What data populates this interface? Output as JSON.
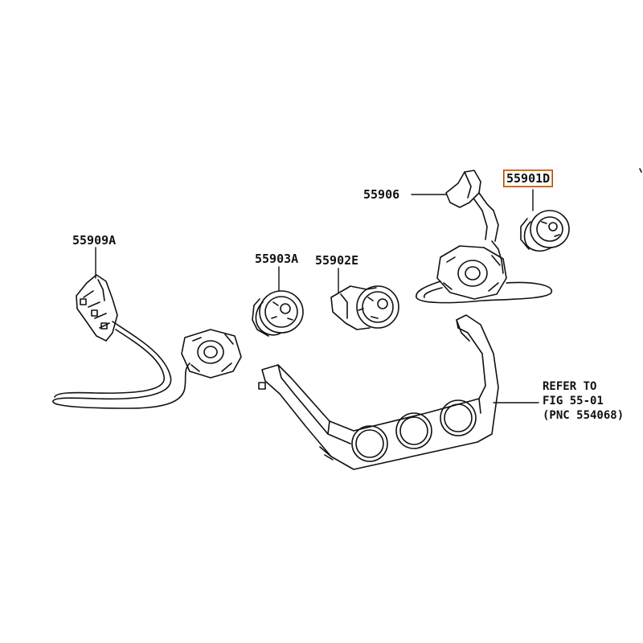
{
  "diagram": {
    "labels": {
      "p55906": "55906",
      "p55901D": "55901D",
      "p55909A": "55909A",
      "p55903A": "55903A",
      "p55902E": "55902E"
    },
    "reference": {
      "line1": "REFER TO",
      "line2": "FIG 55-01",
      "line3": "(PNC 554068)"
    },
    "selected_part": "55901D",
    "colors": {
      "ink": "#111111",
      "highlight_border": "#d4a017",
      "highlight_outline": "#c0392b"
    }
  }
}
